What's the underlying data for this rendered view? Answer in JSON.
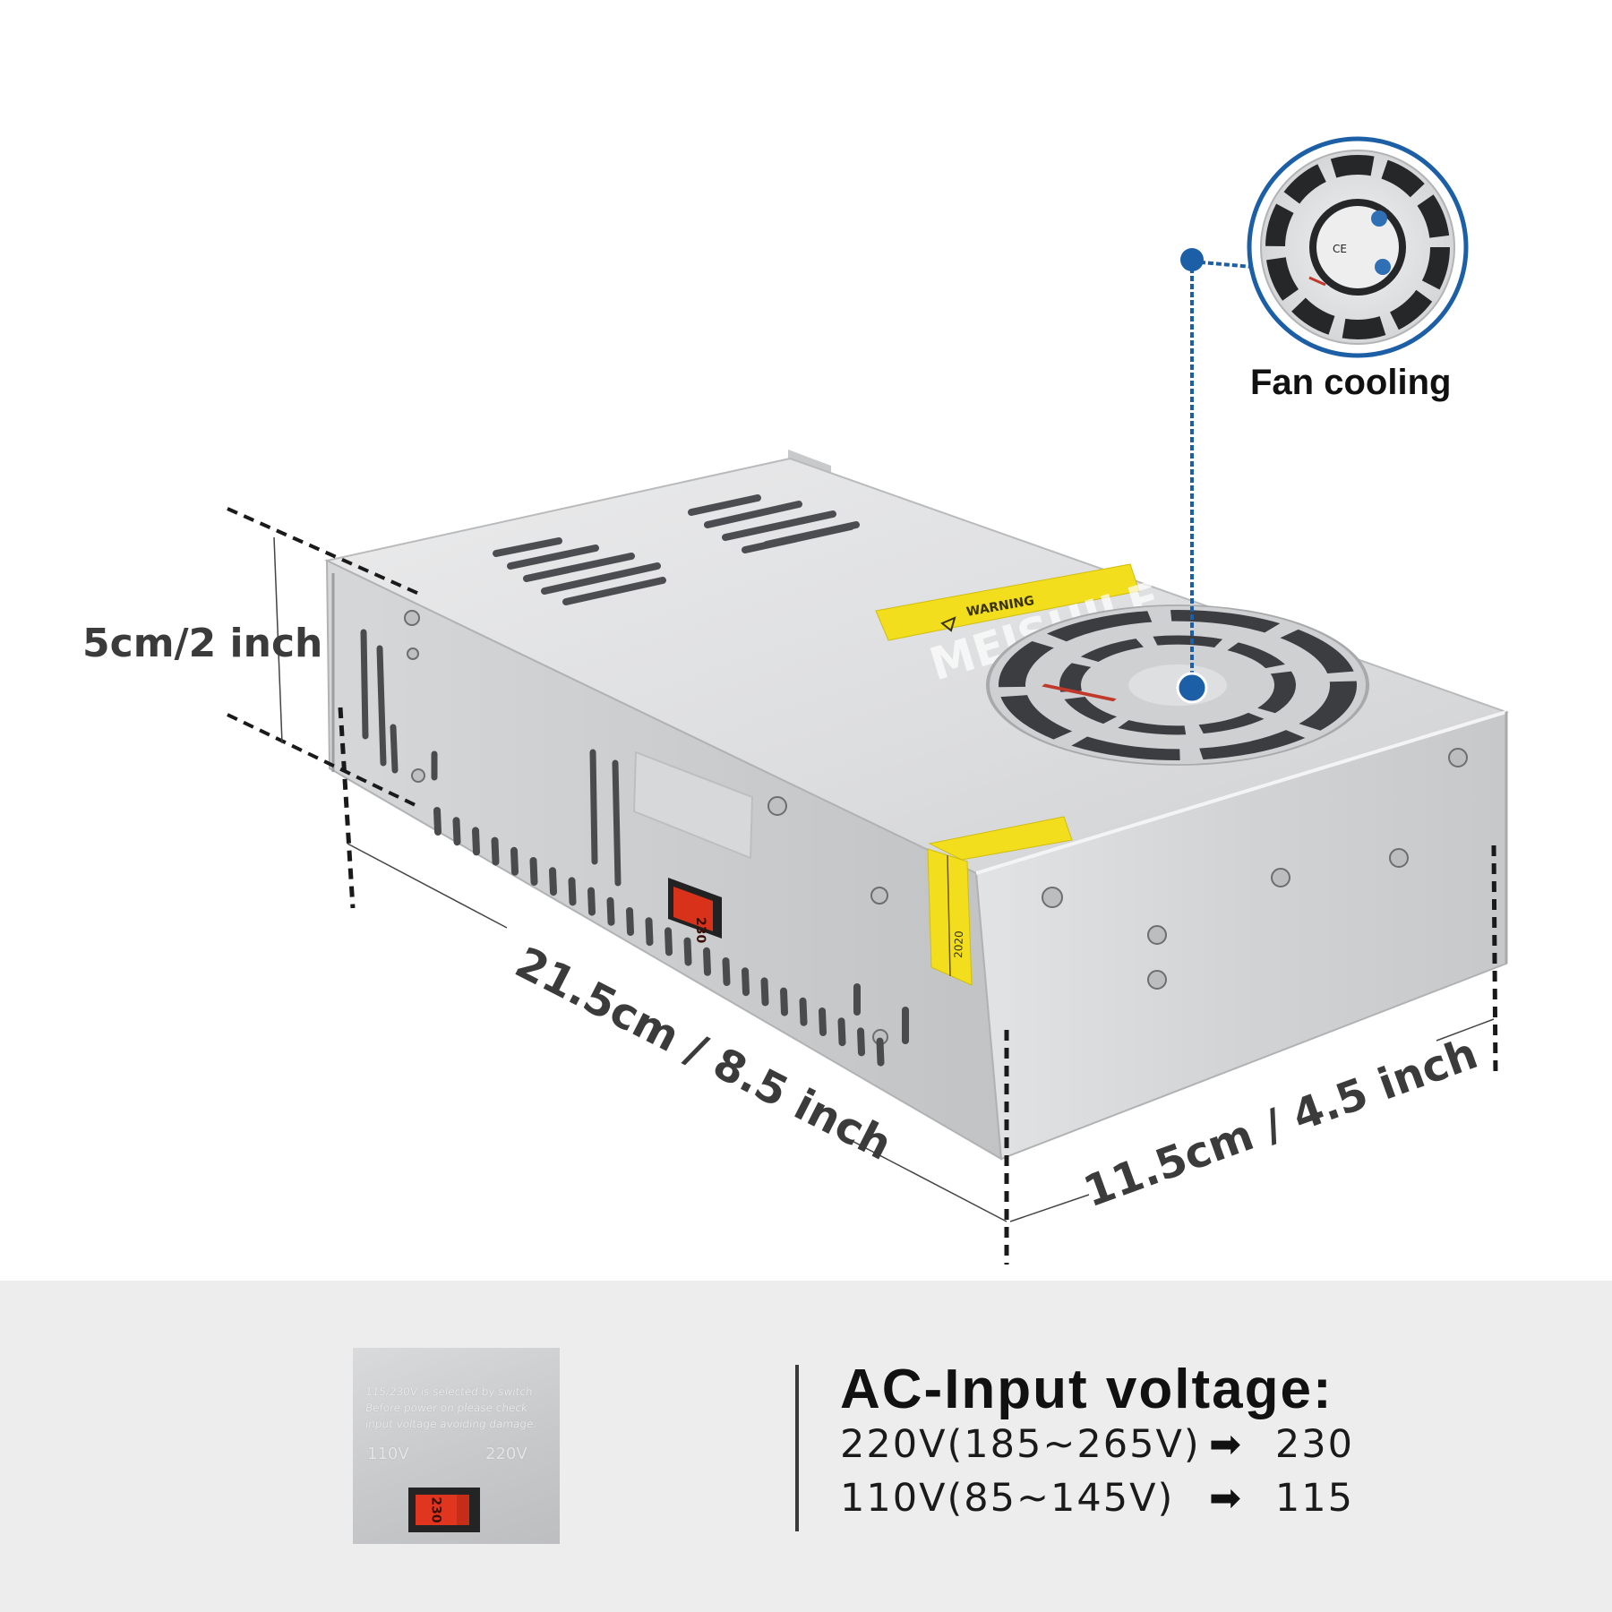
{
  "callout": {
    "label": "Fan cooling"
  },
  "dimensions": {
    "height": "5cm/2 inch",
    "length": "21.5cm / 8.5 inch",
    "width": "11.5cm / 4.5 inch"
  },
  "device": {
    "brand": "MEISHILE",
    "warning_label": "WARNING",
    "warranty_year": "2020",
    "switch_value": "230"
  },
  "switch_photo": {
    "lines": [
      "115/230V is selected by switch",
      "Before power on please check",
      "input voltage avoiding damage."
    ],
    "v1": "110V",
    "v2": "220V",
    "switch_value": "230"
  },
  "ac_input": {
    "title": "AC-Input voltage:",
    "rows": [
      {
        "range": "220V(185~265V)",
        "arrow": "➡",
        "setting": "230"
      },
      {
        "range": "110V(85~145V)",
        "arrow": "➡",
        "setting": "115"
      }
    ]
  },
  "colors": {
    "accent_blue": "#1d5fa6",
    "warning_yellow": "#f2de1c",
    "switch_red": "#e0351e"
  }
}
